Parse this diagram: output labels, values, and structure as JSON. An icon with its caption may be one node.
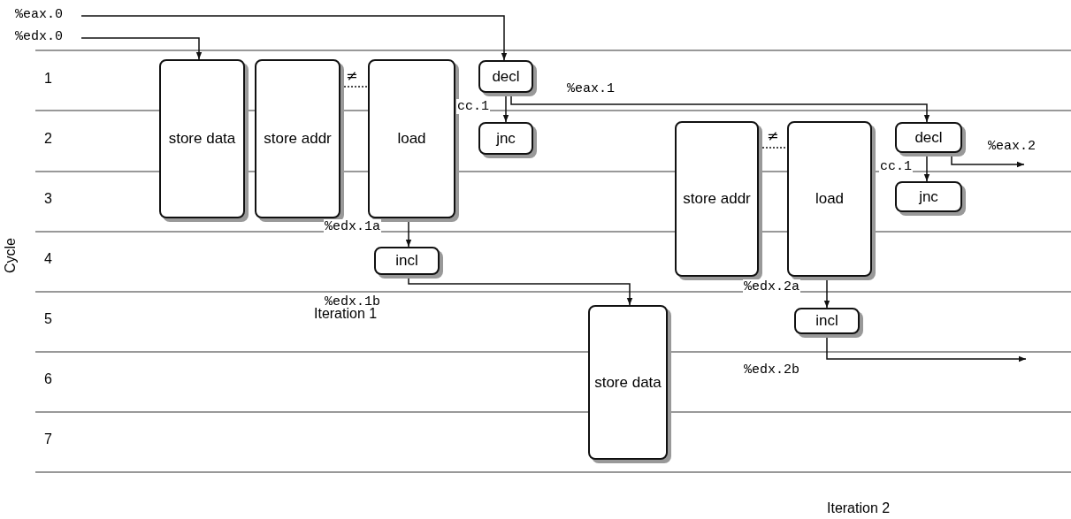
{
  "diagram": {
    "nodes": [
      {
        "text": [
          "store data"
        ]
      },
      {
        "text": [
          "store addr"
        ]
      },
      {
        "text": [
          "load"
        ]
      },
      {
        "text": [
          "decl"
        ]
      },
      {
        "text": [
          "jnc"
        ]
      },
      {
        "text": [
          "incl"
        ]
      },
      {
        "text": [
          "store data"
        ]
      },
      {
        "text": [
          "store addr"
        ]
      },
      {
        "text": [
          "load"
        ]
      },
      {
        "text": [
          "decl"
        ]
      },
      {
        "text": [
          "jnc"
        ]
      },
      {
        "text": [
          "incl"
        ]
      }
    ],
    "edges": [
      {
        "from": null,
        "to": 3,
        "arrow": "to",
        "label": "%eax.0"
      },
      {
        "from": null,
        "to": 0,
        "arrow": "to",
        "label": "%edx.0"
      },
      {
        "from": 1,
        "to": 2,
        "arrow": "none",
        "label": "≠",
        "style": "dashed"
      },
      {
        "from": 3,
        "to": 4,
        "arrow": "to",
        "label": "cc.1"
      },
      {
        "from": 3,
        "to": 9,
        "arrow": "to",
        "label": "%eax.1"
      },
      {
        "from": 2,
        "to": 5,
        "arrow": "to",
        "label": "%edx.1a"
      },
      {
        "from": 5,
        "to": 6,
        "arrow": "to",
        "label": "%edx.1b"
      },
      {
        "from": 7,
        "to": 8,
        "arrow": "none",
        "label": "≠",
        "style": "dashed"
      },
      {
        "from": 9,
        "to": 10,
        "arrow": "to",
        "label": "cc.1"
      },
      {
        "from": 9,
        "to": null,
        "arrow": "to",
        "label": "%eax.2"
      },
      {
        "from": 8,
        "to": 11,
        "arrow": "to",
        "label": "%edx.2a"
      },
      {
        "from": 11,
        "to": null,
        "arrow": "to",
        "label": "%edx.2b"
      }
    ],
    "labels": [
      "Cycle",
      "1",
      "2",
      "3",
      "4",
      "5",
      "6",
      "7",
      "Iteration 1",
      "Iteration 2"
    ]
  }
}
